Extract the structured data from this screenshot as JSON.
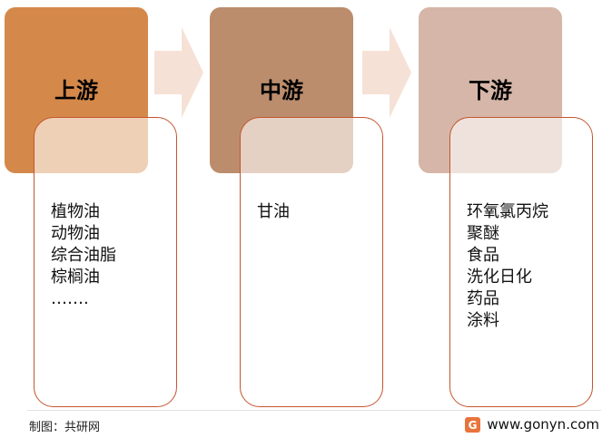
{
  "colors": {
    "upstream": "#d4894a",
    "midstream": "#bb8d6c",
    "downstream": "#d6b6a8",
    "arrow": "#f6e1d6",
    "box_border": "#c4552e",
    "logo": "#e8743b"
  },
  "stages": [
    {
      "title": "上游",
      "items": [
        "植物油",
        "动物油",
        "综合油脂",
        "棕榈油",
        "……."
      ]
    },
    {
      "title": "中游",
      "items": [
        "甘油"
      ]
    },
    {
      "title": "下游",
      "items": [
        "环氧氯丙烷",
        "聚醚",
        "食品",
        "洗化日化",
        "药品",
        "涂料"
      ]
    }
  ],
  "footer": {
    "source": "制图：共研网",
    "url": "www.gonyn.com",
    "logo_icon": "gonyn-logo-icon"
  }
}
